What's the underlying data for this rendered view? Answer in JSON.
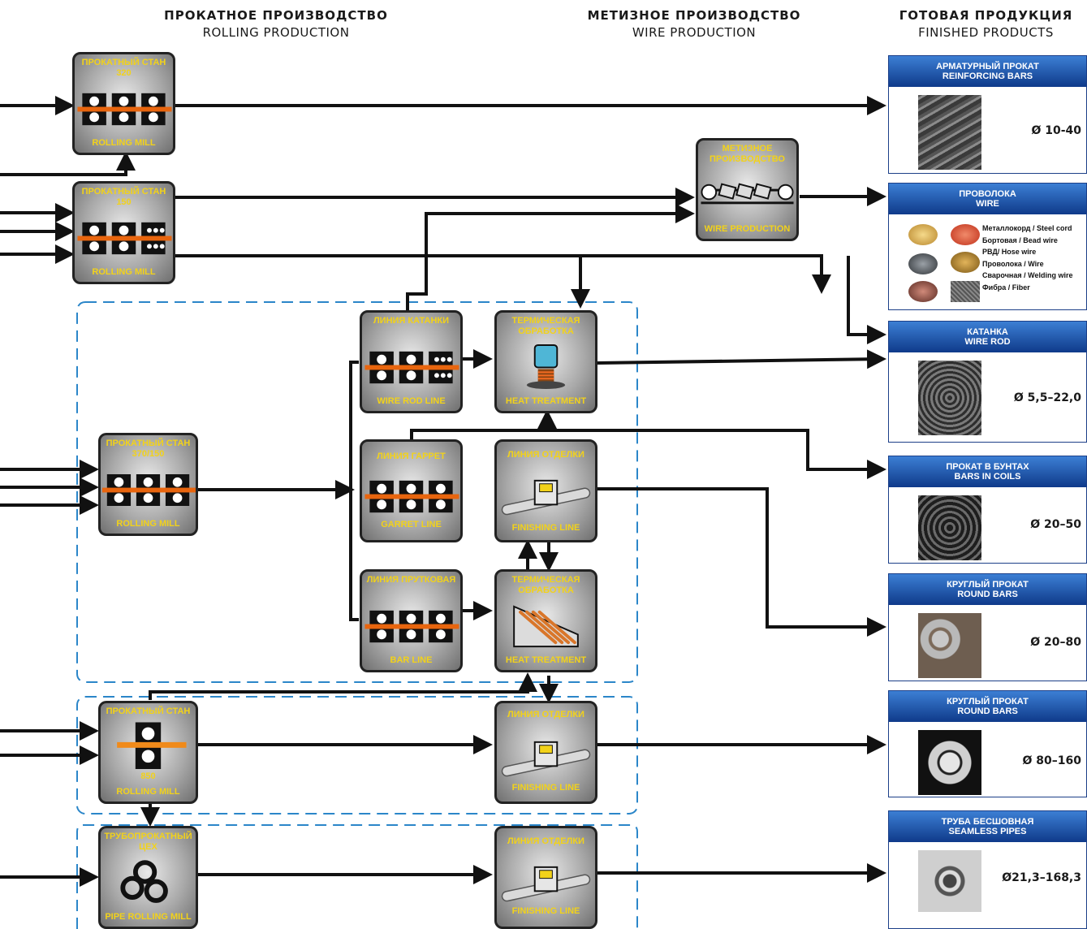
{
  "headers": {
    "rolling": {
      "ru": "ПРОКАТНОЕ ПРОИЗВОДСТВО",
      "en": "ROLLING PRODUCTION"
    },
    "wire": {
      "ru": "МЕТИЗНОЕ ПРОИЗВОДСТВО",
      "en": "WIRE PRODUCTION"
    },
    "finished": {
      "ru": "ГОТОВАЯ ПРОДУКЦИЯ",
      "en": "FINISHED PRODUCTS"
    }
  },
  "units": {
    "mill_320": {
      "top": "ПРОКАТНЫЙ СТАН 320",
      "bottom": "ROLLING MILL",
      "icon": "roll-stand-icon"
    },
    "mill_150": {
      "top": "ПРОКАТНЫЙ СТАН 150",
      "bottom": "ROLLING MILL",
      "icon": "roll-stand-icon"
    },
    "wire_production": {
      "top": "МЕТИЗНОЕ ПРОИЗВОДСТВО",
      "bottom": "WIRE PRODUCTION",
      "icon": "wire-drawing-icon"
    },
    "wire_rod_line": {
      "top": "ЛИНИЯ КАТАНКИ",
      "bottom": "WIRE ROD LINE",
      "icon": "roll-stand-icon"
    },
    "heat_treatment_1": {
      "top": "ТЕРМИЧЕСКАЯ ОБРАБОТКА",
      "bottom": "HEAT TREATMENT",
      "icon": "furnace-icon"
    },
    "mill_370_150": {
      "top": "ПРОКАТНЫЙ СТАН 370/150",
      "bottom": "ROLLING MILL",
      "icon": "roll-stand-icon"
    },
    "garret_line": {
      "top": "ЛИНИЯ ГАРРЕТ",
      "bottom": "GARRET LINE",
      "icon": "roll-stand-icon"
    },
    "finishing_line_1": {
      "top": "ЛИНИЯ ОТДЕЛКИ",
      "bottom": "FINISHING LINE",
      "icon": "ultrasonic-inspection-icon"
    },
    "bar_line": {
      "top": "ЛИНИЯ ПРУТКОВАЯ",
      "bottom": "BAR LINE",
      "icon": "roll-stand-icon"
    },
    "heat_treatment_2": {
      "top": "ТЕРМИЧЕСКАЯ ОБРАБОТКА",
      "bottom": "HEAT TREATMENT",
      "icon": "bar-cooling-bed-icon"
    },
    "mill_850": {
      "top": "ПРОКАТНЫЙ СТАН",
      "number": "850",
      "bottom": "ROLLING MILL",
      "icon": "roll-stand-icon"
    },
    "finishing_line_2": {
      "top": "ЛИНИЯ ОТДЕЛКИ",
      "bottom": "FINISHING LINE",
      "icon": "ultrasonic-inspection-icon"
    },
    "pipe_mill": {
      "top": "ТРУБОПРОКАТНЫЙ ЦЕХ",
      "bottom": "PIPE ROLLING MILL",
      "icon": "pipe-rings-icon"
    },
    "finishing_line_3": {
      "top": "ЛИНИЯ ОТДЕЛКИ",
      "bottom": "FINISHING LINE",
      "icon": "ultrasonic-inspection-icon"
    }
  },
  "products": {
    "reinforcing": {
      "ru": "АРМАТУРНЫЙ ПРОКАТ",
      "en": "REINFORCING  BARS",
      "size": "Ø 10-40"
    },
    "wire": {
      "ru": "ПРОВОЛОКА",
      "en": "WIRE",
      "items": [
        "Металлокорд / Steel cord",
        "Бортовая / Bead wire",
        "РВД/ Hose wire",
        "Проволока / Wire",
        "Сварочная / Welding wire",
        "Фибра / Fiber"
      ]
    },
    "wire_rod": {
      "ru": "КАТАНКА",
      "en": "WIRE ROD",
      "size": "Ø 5,5–22,0"
    },
    "bars_coils": {
      "ru": "ПРОКАТ В БУНТАХ",
      "en": "BARS IN COILS",
      "size": "Ø 20–50"
    },
    "round_bars_1": {
      "ru": "КРУГЛЫЙ ПРОКАТ",
      "en": "ROUND BARS",
      "size": "Ø 20–80"
    },
    "round_bars_2": {
      "ru": "КРУГЛЫЙ ПРОКАТ",
      "en": "ROUND BARS",
      "size": "Ø 80–160"
    },
    "pipes": {
      "ru": "ТРУБА БЕСШОВНАЯ",
      "en": "SEAMLESS PIPES",
      "size": "Ø21,3–168,3"
    }
  },
  "colors": {
    "label_yellow": "#f2d21a",
    "zone_dash": "#2b86c9",
    "header_blue": "#1a4fa3",
    "arrow": "#111111"
  }
}
